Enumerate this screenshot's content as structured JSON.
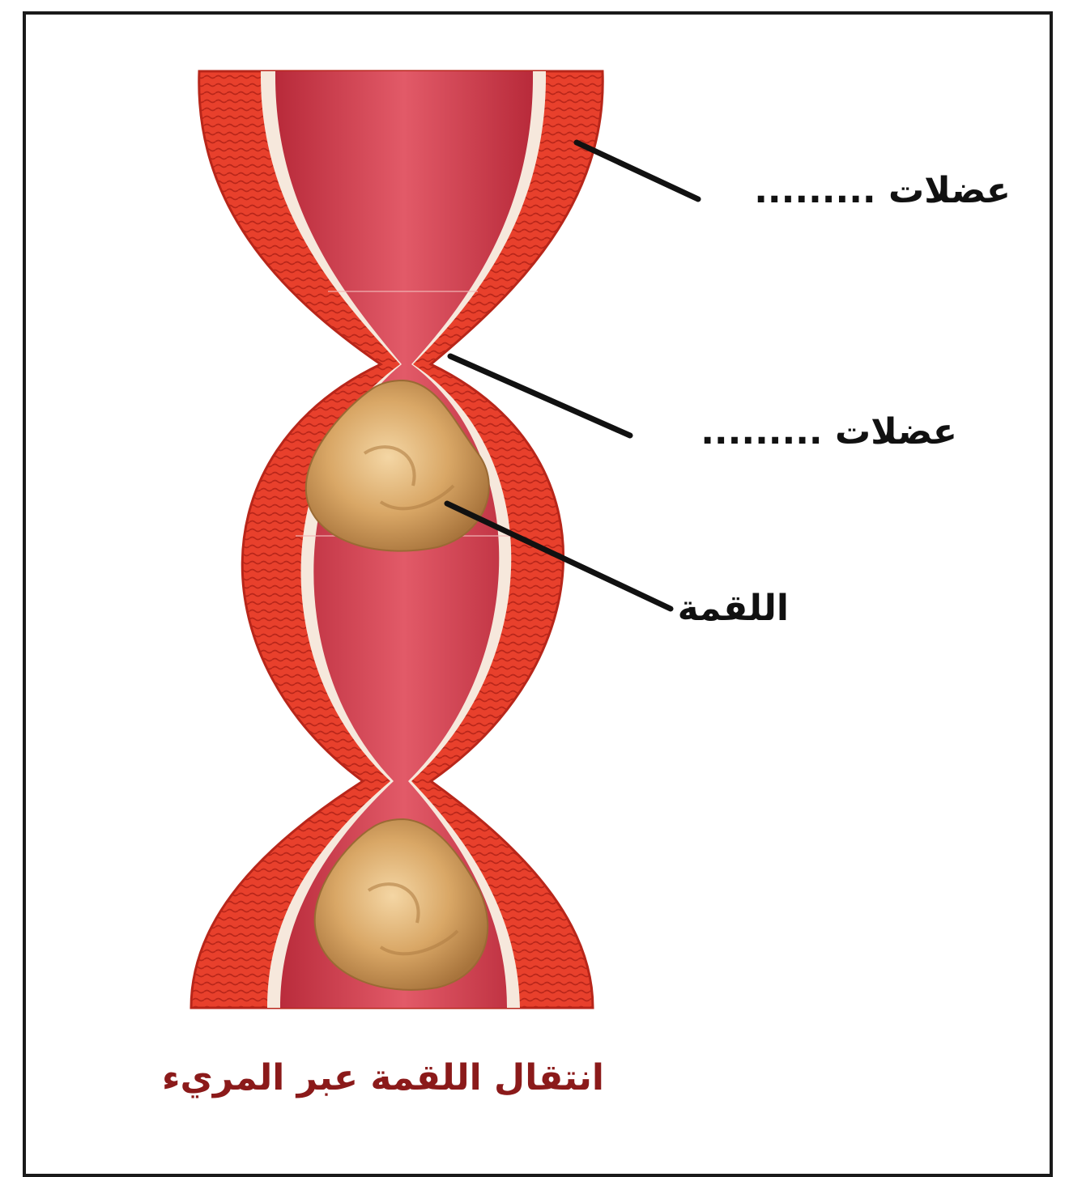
{
  "labels": {
    "muscles_top": "عضلات .........",
    "muscles_middle": "عضلات .........",
    "bolus": "اللقمة"
  },
  "caption": "انتقال اللقمة عبر المريء",
  "colors": {
    "muscle_wall": "#e8402c",
    "muscle_dark": "#b8261a",
    "lumen": "#d9485a",
    "lining": "#f6e8dc",
    "bolus": "#d9a766",
    "caption": "#8b1a1a",
    "border": "#1a1a1a"
  }
}
